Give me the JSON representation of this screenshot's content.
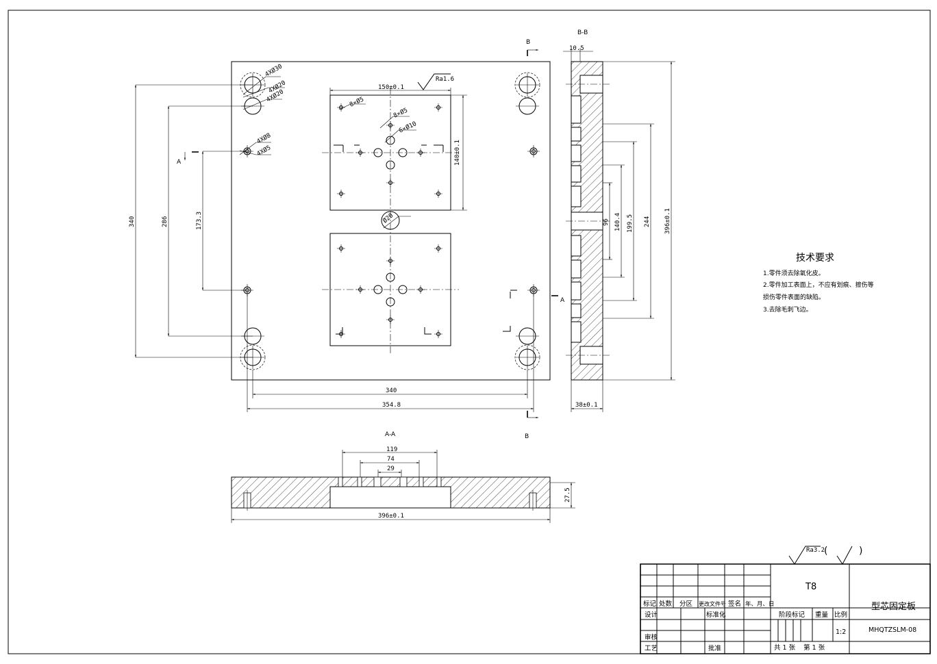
{
  "section_labels": {
    "bb_title": "B-B",
    "aa_title": "A-A",
    "cut_b_top": "B",
    "cut_b_bottom": "B",
    "cut_a_left": "A",
    "cut_a_right": "A"
  },
  "dimensions": {
    "top_150": "150±0.1",
    "ra_top": "Ra1.6",
    "h_140": "140±0.1",
    "holes_8x05": "8×Ø5",
    "holes_8x05b": "8×Ø5",
    "holes_6x010": "6×Ø10",
    "corner_4x030": "4XØ30",
    "corner_4x020a": "4XØ20",
    "corner_4x020b": "4XØ20",
    "small_4x08": "4XØ8",
    "small_4x05": "4XØ5",
    "center_020": "Ø20",
    "left_340": "340",
    "left_286": "286",
    "left_173": "173.3",
    "bottom_340": "340",
    "bottom_354": "354.8",
    "side_10_5": "10.5",
    "side_38": "38±0.1",
    "side_96": "96",
    "side_140_4": "140.4",
    "side_199_5": "199.5",
    "side_244": "244",
    "side_396": "396±0.1",
    "aa_119": "119",
    "aa_74": "74",
    "aa_29": "29",
    "aa_27_5": "27.5",
    "aa_396": "396±0.1"
  },
  "tech_requirements": {
    "title": "技术要求",
    "items": [
      "1.零件须去除氧化皮。",
      "2.零件加工表面上，不应有划痕、擦伤等",
      "损伤零件表面的缺陷。",
      "3.去除毛刺飞边。"
    ]
  },
  "roughness": {
    "ra": "Ra3.2",
    "paren_open": "(",
    "paren_close": ")"
  },
  "title_block": {
    "material": "T8",
    "part_name": "型芯固定板",
    "drawing_no": "MHQTZSLM-08",
    "header": [
      "标记",
      "处数",
      "分区",
      "更改文件号",
      "签名",
      "年、月、日"
    ],
    "design": "设计",
    "standardize": "标准化",
    "review": "审核",
    "process": "工艺",
    "approve": "批准",
    "stage_mark": "阶段标记",
    "weight": "重量",
    "scale_label": "比例",
    "scale_value": "1:2",
    "sheets": "共 1 张    第 1 张"
  }
}
